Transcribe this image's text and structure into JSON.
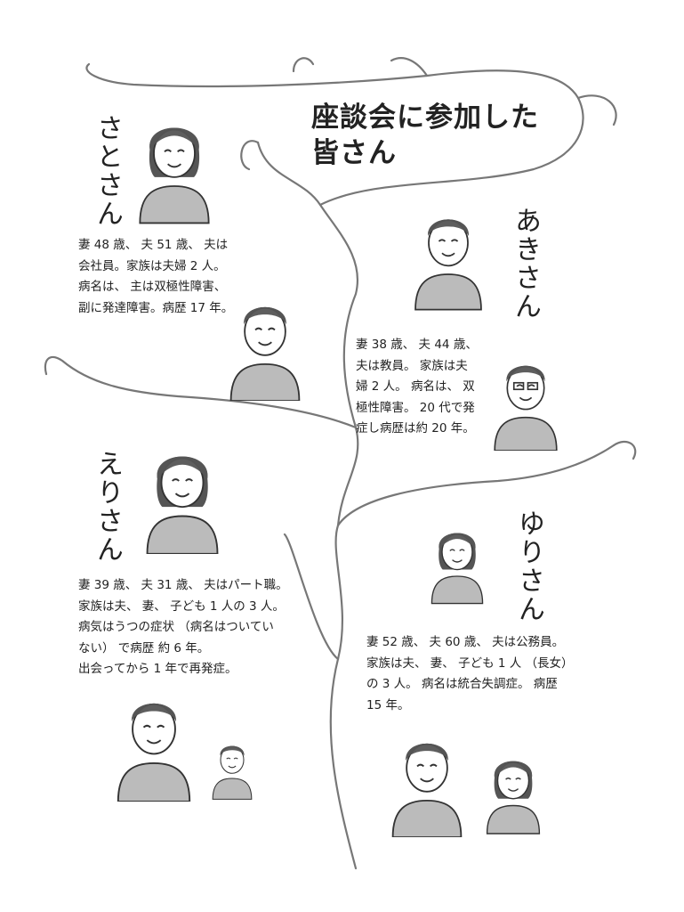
{
  "title": {
    "line1": "座談会に参加した",
    "line2": "皆さん"
  },
  "participants": [
    {
      "name": "さとさん",
      "lines": [
        "妻 48 歳、 夫 51 歳、 夫は",
        "会社員。家族は夫婦 2 人。",
        "病名は、 主は双極性障害、",
        "副に発達障害。病歴 17 年。"
      ]
    },
    {
      "name": "あきさん",
      "lines": [
        "妻 38 歳、  夫 44 歳、",
        "夫は教員。 家族は夫",
        "婦 2 人。 病名は、 双",
        "極性障害。 20 代で発",
        "症し病歴は約 20 年。"
      ]
    },
    {
      "name": "えりさん",
      "lines": [
        "妻 39 歳、 夫 31 歳、 夫はパート職。",
        "家族は夫、 妻、 子ども 1 人の 3 人。",
        "病気はうつの症状 （病名はついてい",
        "ない） で病歴 約 6 年。",
        "出会ってから 1 年で再発症。"
      ]
    },
    {
      "name": "ゆりさん",
      "lines": [
        "妻 52 歳、 夫 60 歳、 夫は公務員。",
        "家族は夫、 妻、 子ども 1 人 （長女）",
        "の 3 人。 病名は統合失調症。 病歴",
        "15 年。"
      ]
    }
  ]
}
